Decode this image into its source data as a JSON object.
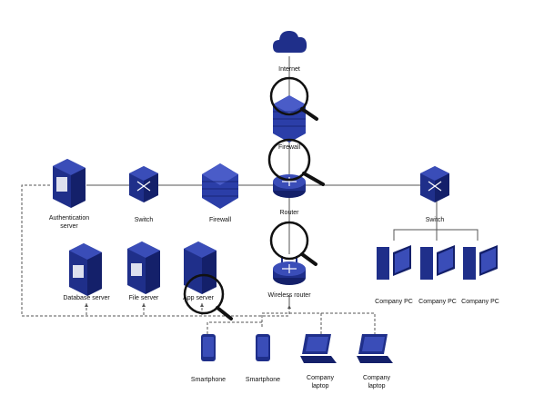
{
  "labels": {
    "internet": "Internet",
    "firewall_top": "Firewall",
    "auth_server": "Authentication server",
    "switch_left": "Switch",
    "firewall_mid": "Firewall",
    "router": "Router",
    "switch_right": "Switch",
    "database_server": "Database server",
    "file_server": "File server",
    "app_server": "App server",
    "wireless_router": "Wireless router",
    "company_pc_1": "Company PC",
    "company_pc_2": "Company PC",
    "company_pc_3": "Company PC",
    "smartphone_1": "Smartphone",
    "smartphone_2": "Smartphone",
    "laptop_1": "Company laptop",
    "laptop_2": "Company laptop"
  },
  "colors": {
    "device_blue": "#1f2f8a",
    "device_dark": "#14206a",
    "device_light": "#3a4db8",
    "line": "#555555",
    "magnifier": "#111111"
  },
  "icons": [
    "cloud-icon",
    "firewall-icon",
    "router-icon",
    "switch-icon",
    "server-icon",
    "pc-icon",
    "smartphone-icon",
    "laptop-icon",
    "magnifier-icon"
  ]
}
